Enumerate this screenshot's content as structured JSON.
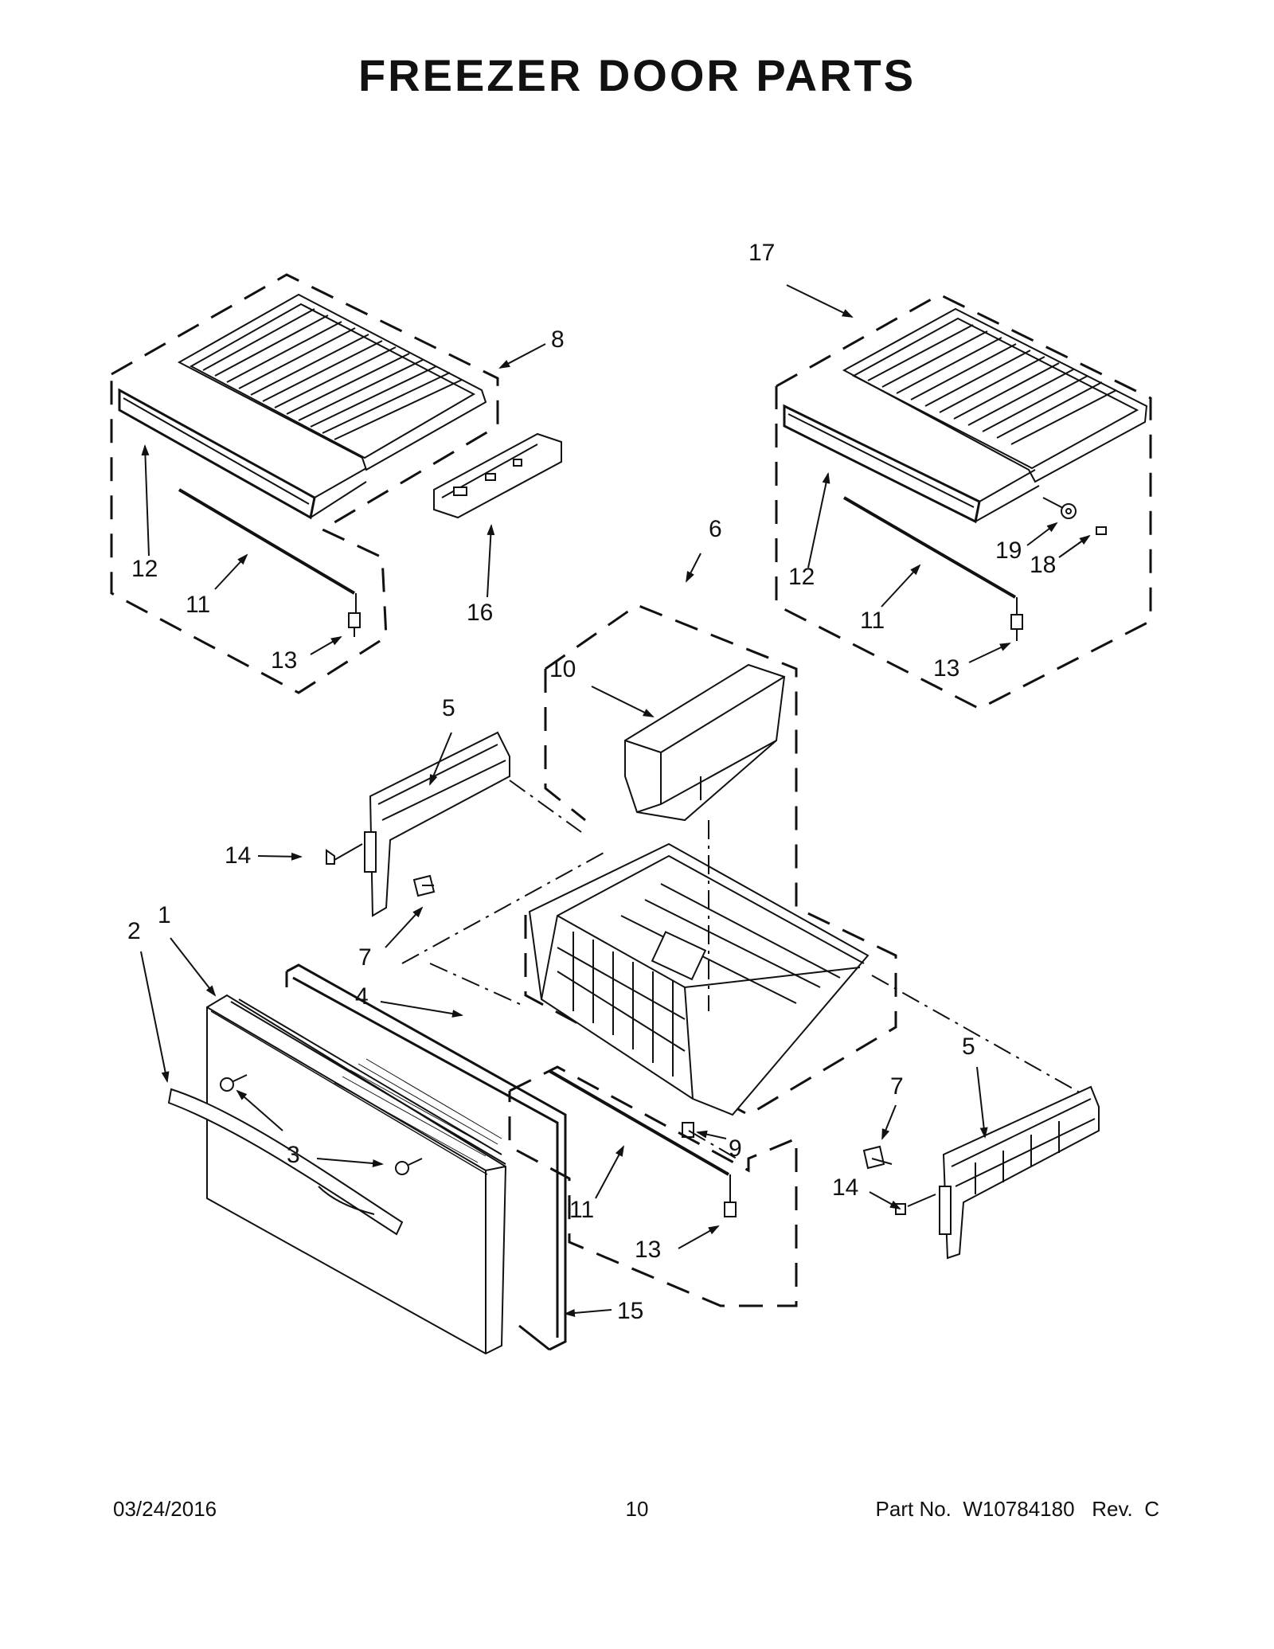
{
  "page": {
    "title": "FREEZER DOOR PARTS"
  },
  "callouts": {
    "c1": "1",
    "c2": "2",
    "c3a": "3",
    "c3b": "3",
    "c4": "4",
    "c5a": "5",
    "c5b": "5",
    "c6": "6",
    "c7a": "7",
    "c7b": "7",
    "c8": "8",
    "c9": "9",
    "c10": "10",
    "c11a": "11",
    "c11b": "11",
    "c11c": "11",
    "c12a": "12",
    "c12b": "12",
    "c13a": "13",
    "c13b": "13",
    "c13c": "13",
    "c14a": "14",
    "c14b": "14",
    "c15": "15",
    "c16": "16",
    "c17": "17",
    "c18": "18",
    "c19": "19"
  },
  "footer": {
    "date": "03/24/2016",
    "page_number": "10",
    "part_number": "Part No.  W10784180   Rev.  C"
  },
  "colors": {
    "ink": "#111111",
    "background": "#ffffff"
  }
}
